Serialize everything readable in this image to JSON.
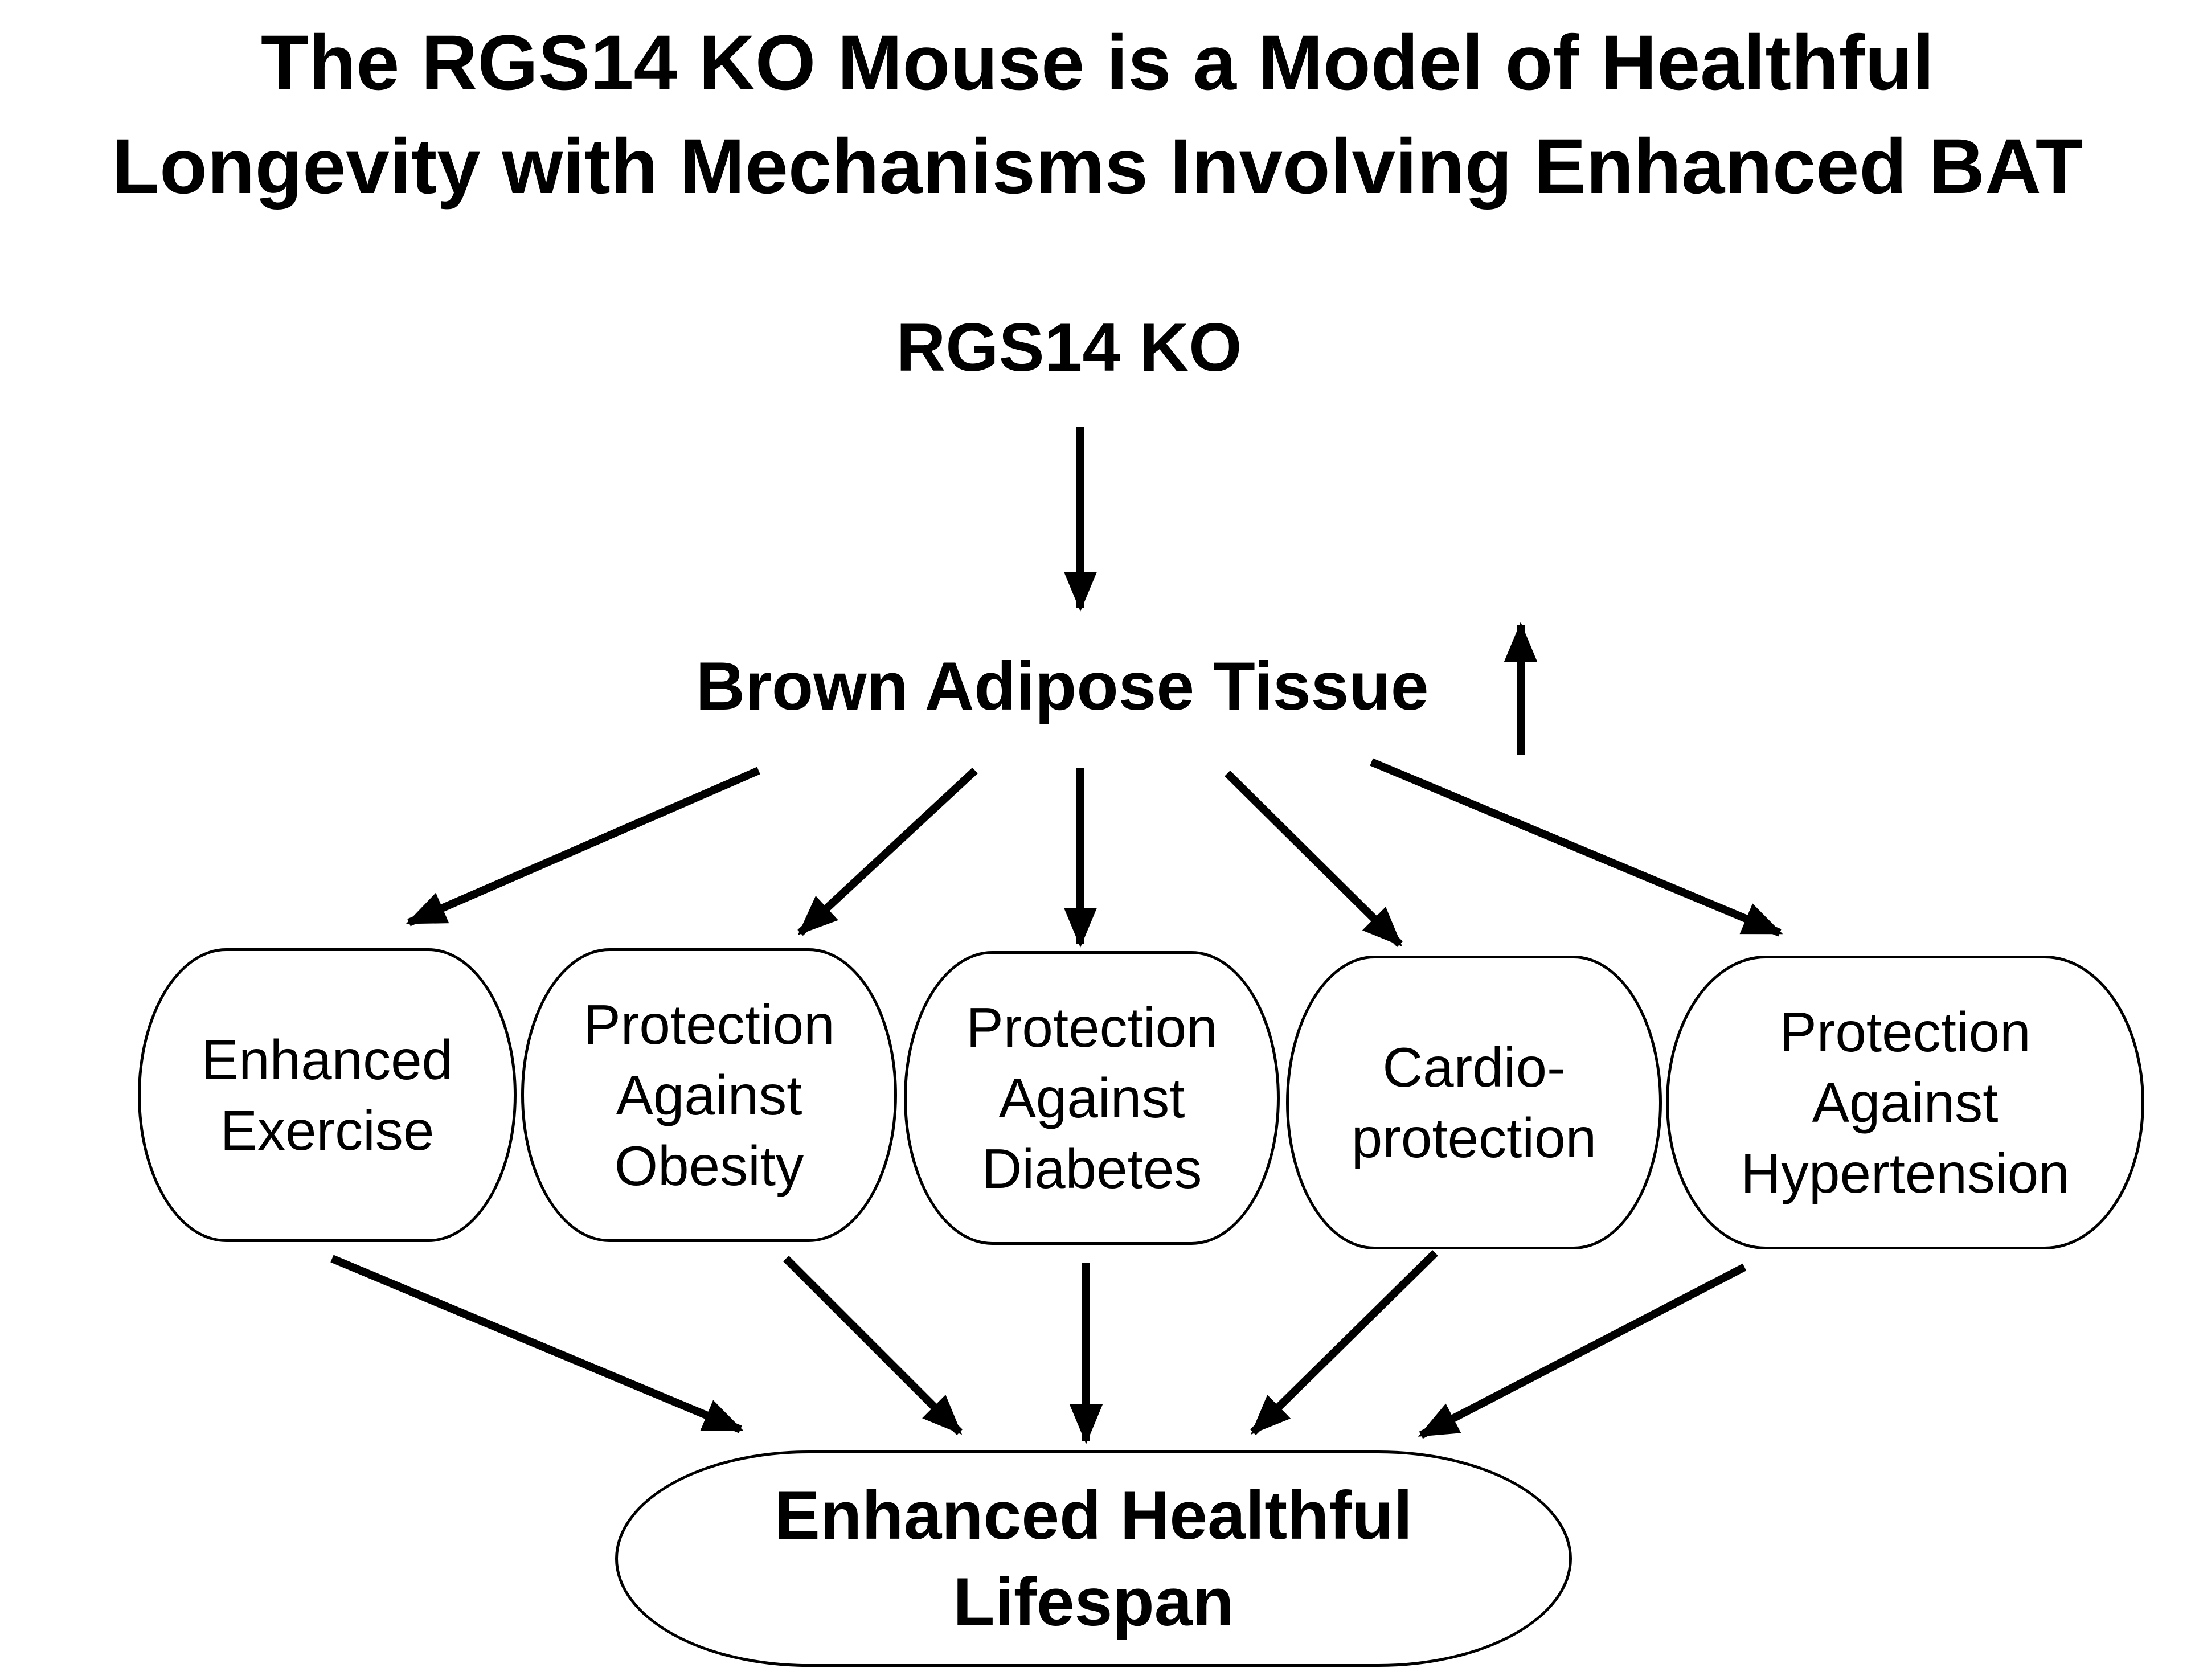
{
  "title": {
    "line1": "The RGS14 KO Mouse is a Model of Healthful",
    "line2": "Longevity with Mechanisms Involving Enhanced BAT"
  },
  "nodes": {
    "start": "RGS14 KO",
    "bat": "Brown Adipose Tissue",
    "effects": [
      {
        "line1": "Enhanced",
        "line2": "Exercise",
        "line3": ""
      },
      {
        "line1": "Protection",
        "line2": "Against",
        "line3": "Obesity"
      },
      {
        "line1": "Protection",
        "line2": "Against",
        "line3": "Diabetes"
      },
      {
        "line1": "Cardio-",
        "line2": "protection",
        "line3": ""
      },
      {
        "line1": "Protection",
        "line2": "Against",
        "line3": "Hypertension"
      }
    ],
    "outcome": {
      "line1": "Enhanced Healthful",
      "line2": "Lifespan"
    }
  },
  "colors": {
    "stroke": "#000000",
    "background": "#ffffff"
  }
}
